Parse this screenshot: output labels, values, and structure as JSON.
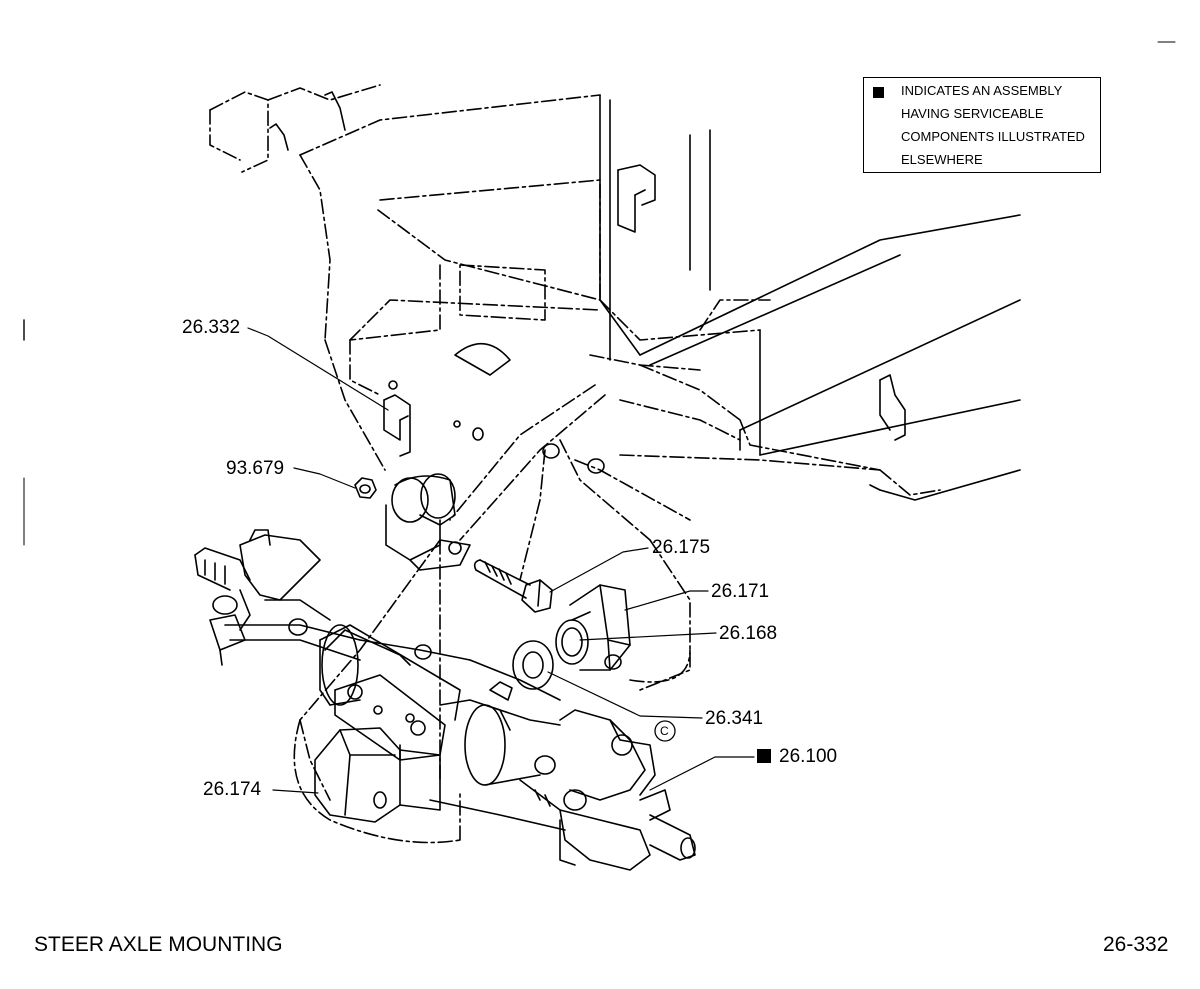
{
  "legend": {
    "lines": [
      "INDICATES AN ASSEMBLY",
      "HAVING SERVICEABLE",
      "COMPONENTS ILLUSTRATED",
      "ELSEWHERE"
    ]
  },
  "callouts": {
    "c26332": "26.332",
    "c93679": "93.679",
    "c26175": "26.175",
    "c26171": "26.171",
    "c26168": "26.168",
    "c26341": "26.341",
    "c26100": "26.100",
    "c26174": "26.174"
  },
  "copyright_symbol": "C",
  "footer": {
    "title": "STEER AXLE MOUNTING",
    "page_code": "26-332"
  }
}
